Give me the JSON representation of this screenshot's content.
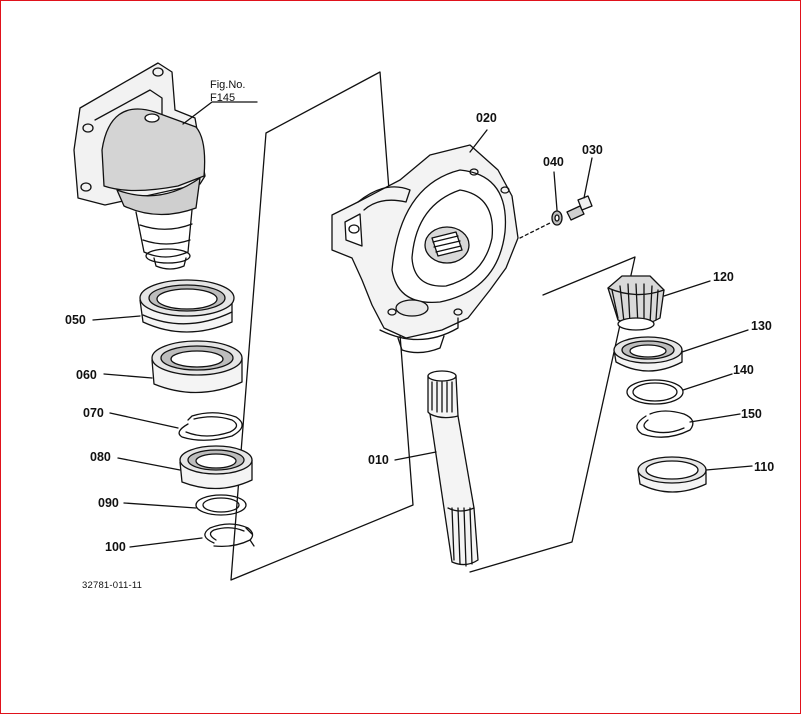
{
  "figure_ref": {
    "line1": "Fig.No.",
    "line2": "F145"
  },
  "drawing_code": "32781-011-11",
  "parts": {
    "p010": "010",
    "p020": "020",
    "p030": "030",
    "p040": "040",
    "p050": "050",
    "p060": "060",
    "p070": "070",
    "p080": "080",
    "p090": "090",
    "p100": "100",
    "p110": "110",
    "p120": "120",
    "p130": "130",
    "p140": "140",
    "p150": "150"
  },
  "colors": {
    "frame": "#e0121b",
    "ink": "#111111",
    "shade": "#bdbdbd"
  }
}
